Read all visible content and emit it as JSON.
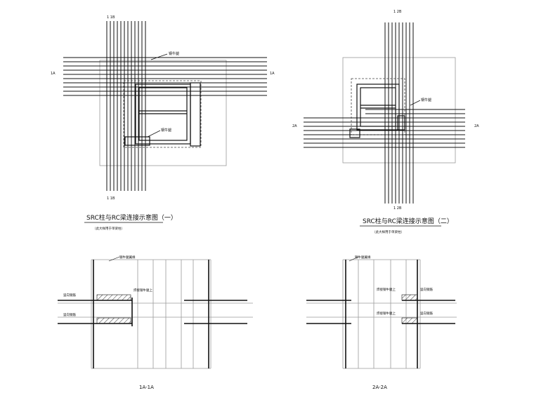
{
  "drawing1": {
    "title": "SRC柱与RC梁连接示意图（一）",
    "subtitle": "（此大样用于单梁柱）",
    "cut_vertical": "1 1B",
    "cut_vertical_bottom": "1 1B",
    "cut_left": "1A",
    "cut_right": "1A",
    "callout_a": "钢牛腿",
    "callout_b": "钢牛腿"
  },
  "drawing2": {
    "title": "SRC柱与RC梁连接示意图（二）",
    "subtitle": "（此大样用于单梁柱）",
    "cut_top": "1 2B",
    "cut_bottom": "1 2B",
    "cut_left": "2A",
    "cut_right": "2A",
    "callout_a": "钢牛腿"
  },
  "section1": {
    "title": "1A-1A",
    "top_note": "钢牛腿翼缘",
    "left_top": "竖向钢筋",
    "left_bottom": "竖向钢筋",
    "mid_note": "焊接钢牛腿上"
  },
  "section2": {
    "title": "2A-2A",
    "top_note": "钢牛腿翼缘",
    "mid_top": "焊接钢牛腿上",
    "mid_bottom": "焊接钢牛腿上",
    "right_top": "竖向钢筋",
    "right_bottom": "竖向钢筋"
  },
  "colors": {
    "ink": "#111111",
    "grid": "#9a9a9a",
    "hatch": "#333333"
  }
}
